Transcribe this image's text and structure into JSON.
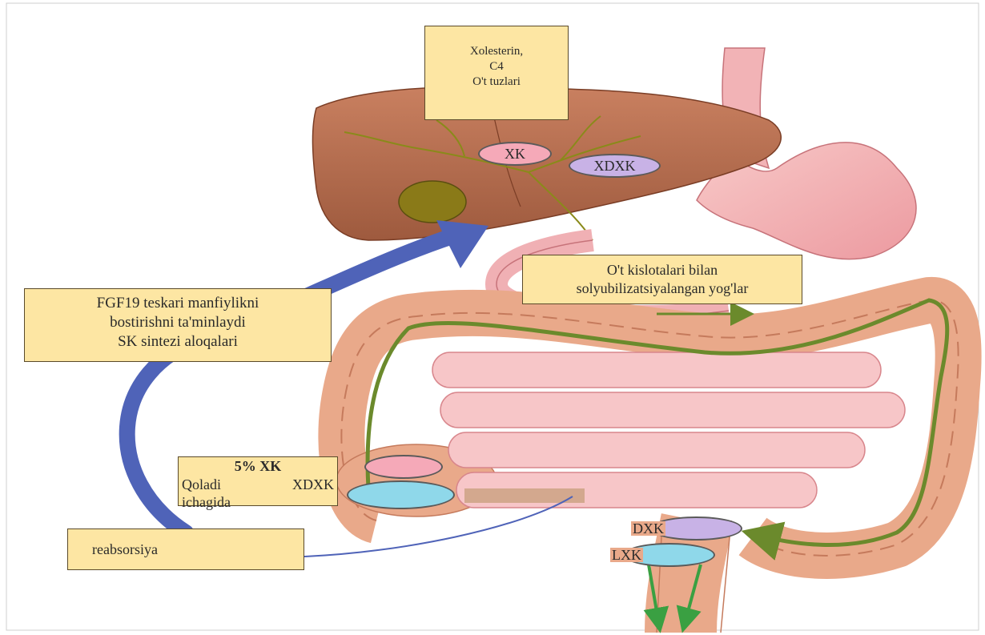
{
  "boxes": {
    "liver_box": {
      "line1": "Xolesterin,",
      "line2": "C4",
      "line3": "O't tuzlari"
    },
    "fgf_box": {
      "line1": "FGF19 teskari manfiylikni",
      "line2": "bostirishni ta'minlaydi",
      "line3": "SK sintezi aloqalari"
    },
    "fats_box": {
      "line1": "O't kislotalari bilan",
      "line2": "solyubilizatsiyalangan yog'lar"
    },
    "percent_box": {
      "line1": "5% XK",
      "line2a": "Qoladi",
      "line2b": "XDXK",
      "line3": "ichagida"
    },
    "reabs_box": {
      "label": "reabsorsiya"
    }
  },
  "pills": {
    "xk_liver": "XK",
    "xdxk_liver": "XDXK",
    "dxk": "DXK",
    "lxk": "LXK"
  },
  "colors": {
    "box_fill": "#fde6a3",
    "liver": "#b86a4a",
    "gallbladder": "#8a7a18",
    "stomach": "#f4aeb0",
    "small_intestine": "#f7c6c8",
    "colon": "#e9a98a",
    "green_path": "#6b8a2c",
    "blue_arrow": "#4f63b8",
    "xk_pill": "#f5a9b8",
    "xdxk_pill": "#c8b2e6",
    "lxk_pill": "#8fd8ea",
    "excretion_arrows": "#3aa042"
  }
}
